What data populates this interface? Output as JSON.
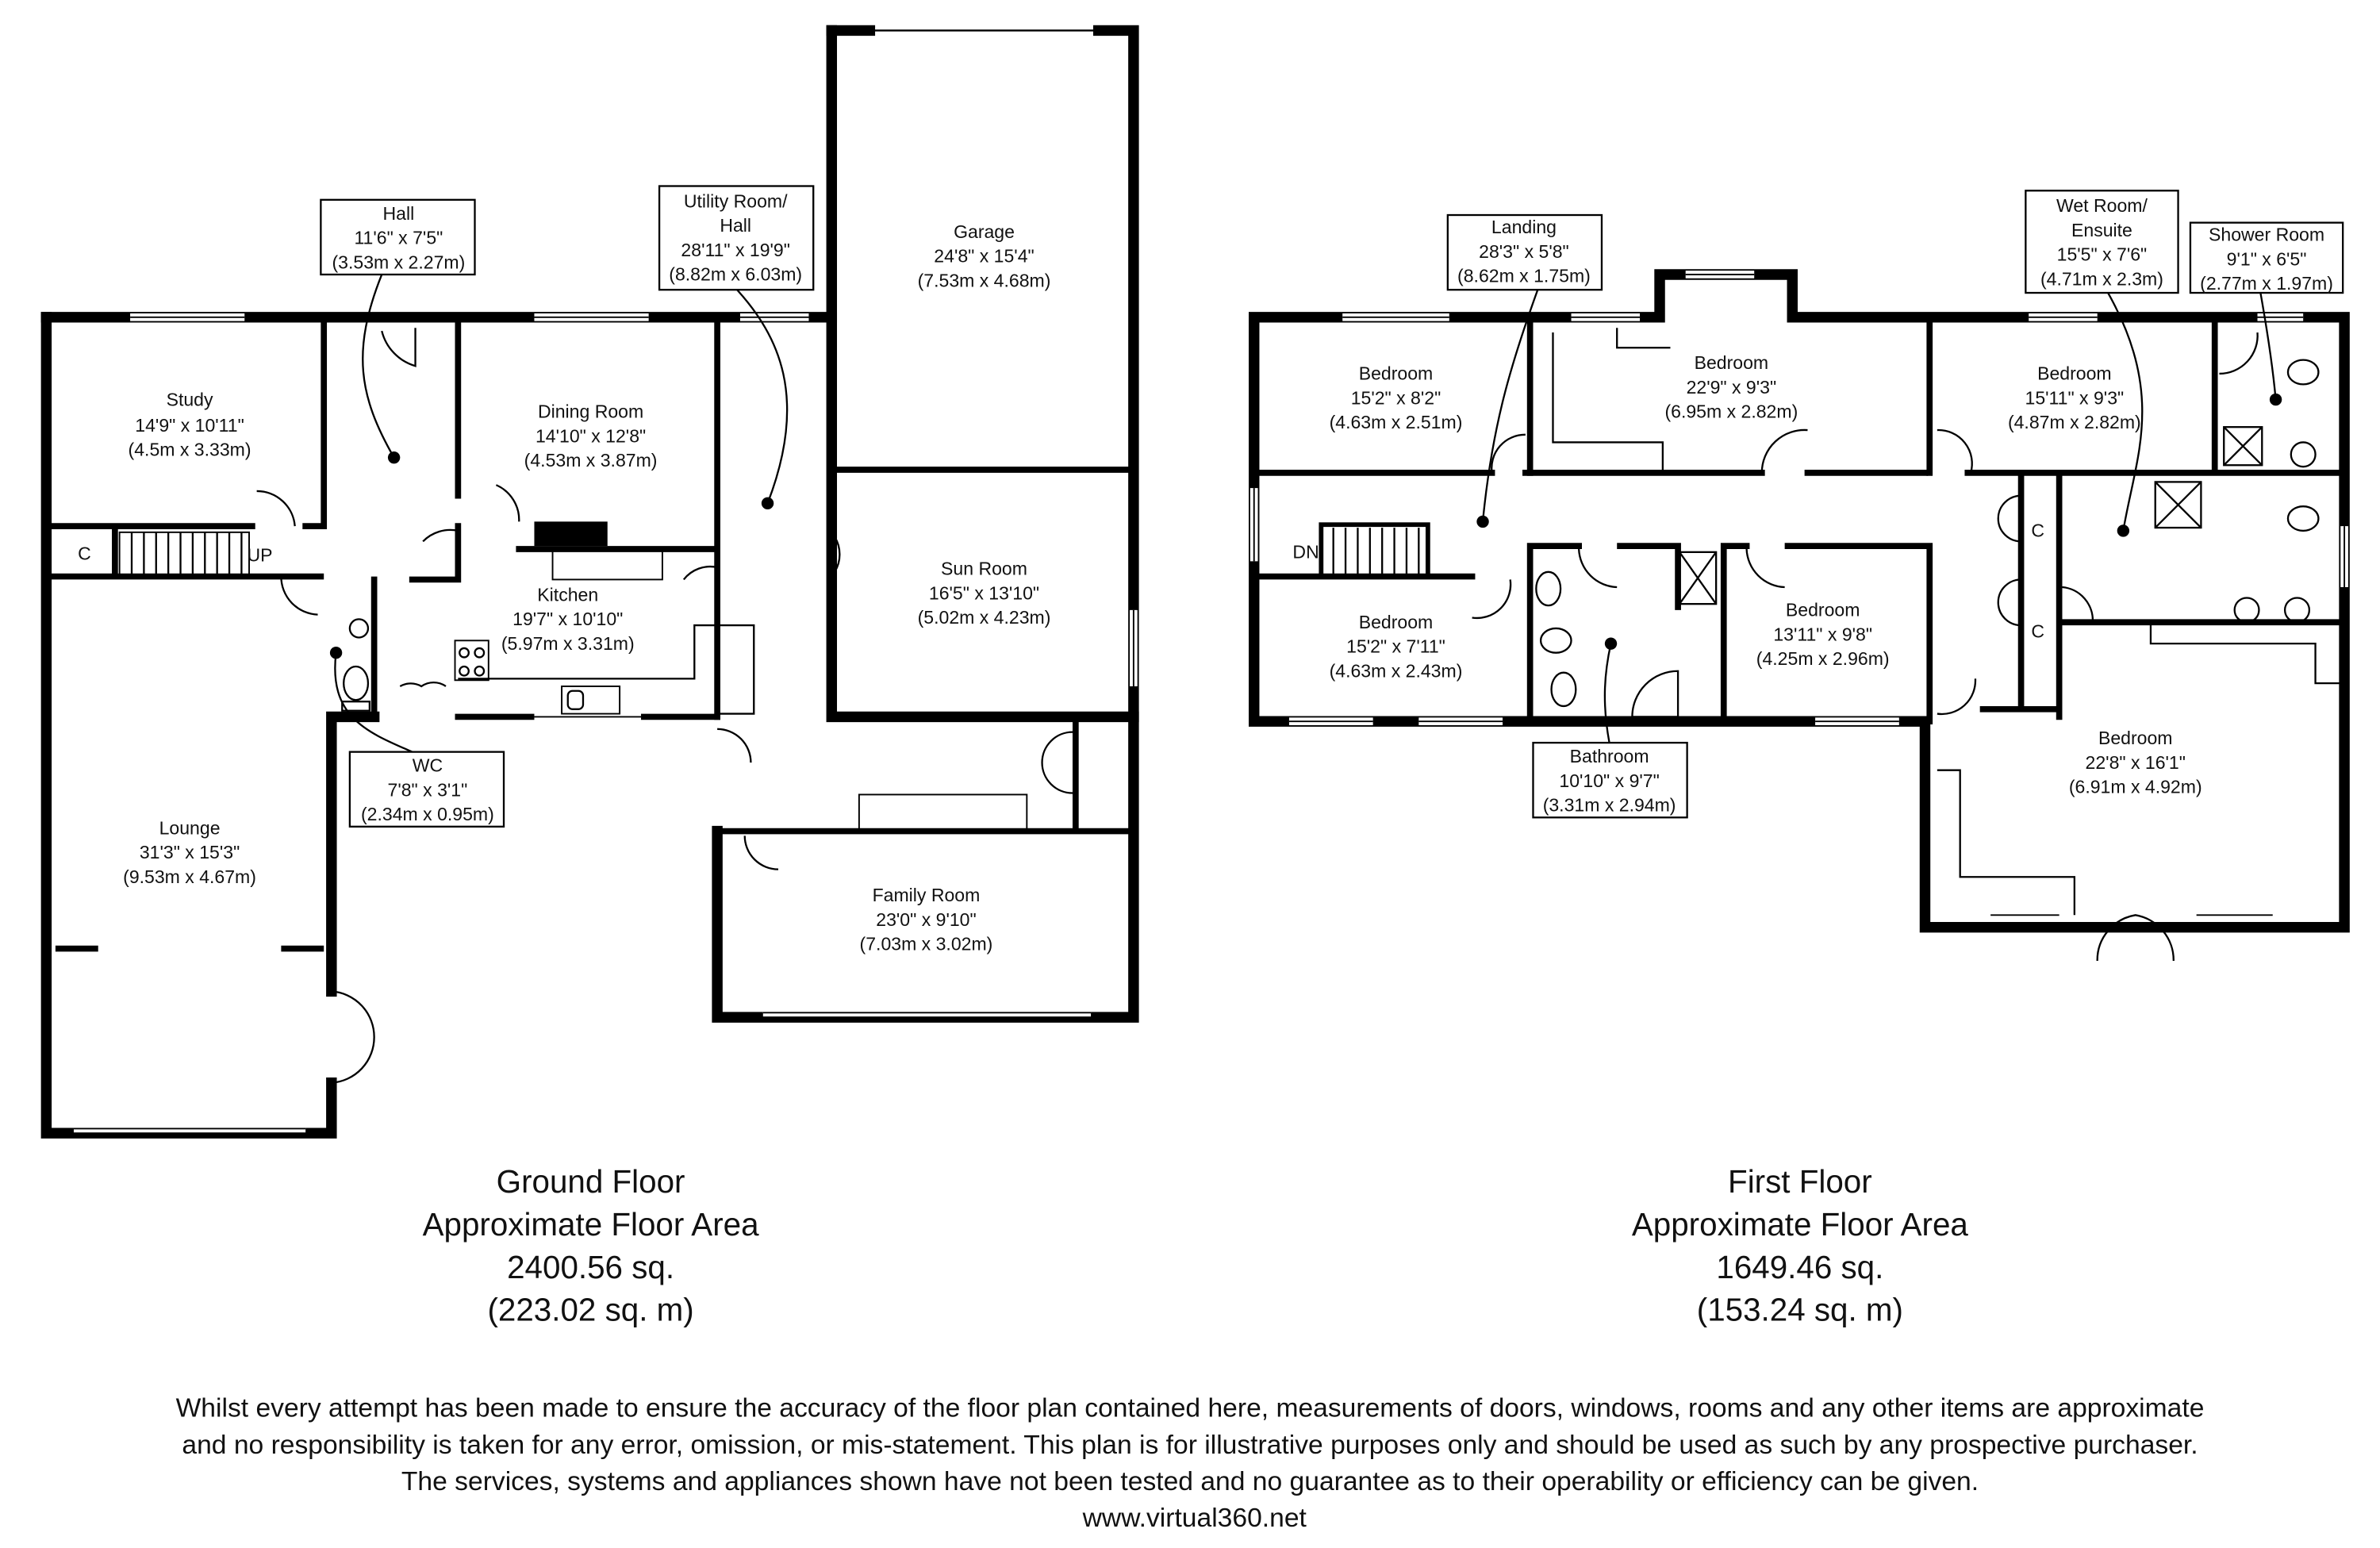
{
  "ground_floor": {
    "rooms": {
      "hall": {
        "name": "Hall",
        "imperial": "11'6\" x 7'5\"",
        "metric": "(3.53m x 2.27m)"
      },
      "study": {
        "name": "Study",
        "imperial": "14'9\" x 10'11\"",
        "metric": "(4.5m x 3.33m)"
      },
      "dining": {
        "name": "Dining Room",
        "imperial": "14'10\" x 12'8\"",
        "metric": "(4.53m x 3.87m)"
      },
      "kitchen": {
        "name": "Kitchen",
        "imperial": "19'7\" x 10'10\"",
        "metric": "(5.97m x 3.31m)"
      },
      "utility": {
        "name1": "Utility Room/",
        "name2": "Hall",
        "imperial": "28'11\" x 19'9\"",
        "metric": "(8.82m x 6.03m)"
      },
      "garage": {
        "name": "Garage",
        "imperial": "24'8\" x 15'4\"",
        "metric": "(7.53m x 4.68m)"
      },
      "sun": {
        "name": "Sun Room",
        "imperial": "16'5\" x 13'10\"",
        "metric": "(5.02m x 4.23m)"
      },
      "wc": {
        "name": "WC",
        "imperial": "7'8\" x 3'1\"",
        "metric": "(2.34m x 0.95m)"
      },
      "lounge": {
        "name": "Lounge",
        "imperial": "31'3\" x 15'3\"",
        "metric": "(9.53m x 4.67m)"
      },
      "family": {
        "name": "Family Room",
        "imperial": "23'0\" x 9'10\"",
        "metric": "(7.03m x 3.02m)"
      }
    },
    "labels": {
      "cupboard": "C",
      "stairs": "UP"
    },
    "caption": {
      "title": "Ground Floor",
      "line2": "Approximate Floor Area",
      "sqft": "2400.56 sq.",
      "sqm": "(223.02 sq. m)"
    }
  },
  "first_floor": {
    "rooms": {
      "landing": {
        "name": "Landing",
        "imperial": "28'3\" x 5'8\"",
        "metric": "(8.62m x 1.75m)"
      },
      "wetroom": {
        "name1": "Wet Room/",
        "name2": "Ensuite",
        "imperial": "15'5\" x 7'6\"",
        "metric": "(4.71m x 2.3m)"
      },
      "shower": {
        "name": "Shower Room",
        "imperial": "9'1\" x 6'5\"",
        "metric": "(2.77m x 1.97m)"
      },
      "bedroom1": {
        "name": "Bedroom",
        "imperial": "15'2\" x 8'2\"",
        "metric": "(4.63m x 2.51m)"
      },
      "bedroom2": {
        "name": "Bedroom",
        "imperial": "22'9\" x 9'3\"",
        "metric": "(6.95m x 2.82m)"
      },
      "bedroom3": {
        "name": "Bedroom",
        "imperial": "15'11\" x 9'3\"",
        "metric": "(4.87m x 2.82m)"
      },
      "bedroom4": {
        "name": "Bedroom",
        "imperial": "15'2\" x 7'11\"",
        "metric": "(4.63m x 2.43m)"
      },
      "bedroom5": {
        "name": "Bedroom",
        "imperial": "13'11\" x 9'8\"",
        "metric": "(4.25m x 2.96m)"
      },
      "bathroom": {
        "name": "Bathroom",
        "imperial": "10'10\" x 9'7\"",
        "metric": "(3.31m x 2.94m)"
      },
      "master": {
        "name": "Bedroom",
        "imperial": "22'8\" x 16'1\"",
        "metric": "(6.91m x 4.92m)"
      }
    },
    "labels": {
      "cupboard": "C",
      "stairs": "DN"
    },
    "caption": {
      "title": "First Floor",
      "line2": "Approximate Floor Area",
      "sqft": "1649.46 sq.",
      "sqm": "(153.24 sq. m)"
    }
  },
  "disclaimer": {
    "lines": [
      "Whilst every attempt has been made to ensure the accuracy of the floor plan contained here, measurements of doors, windows, rooms and any other items are approximate",
      "and no responsibility is taken for any error, omission, or mis-statement. This plan is for illustrative purposes only and should be used as such by any prospective purchaser.",
      "The services, systems and appliances shown have not been tested and no guarantee as to their operability or efficiency can be given."
    ],
    "url": "www.virtual360.net"
  }
}
